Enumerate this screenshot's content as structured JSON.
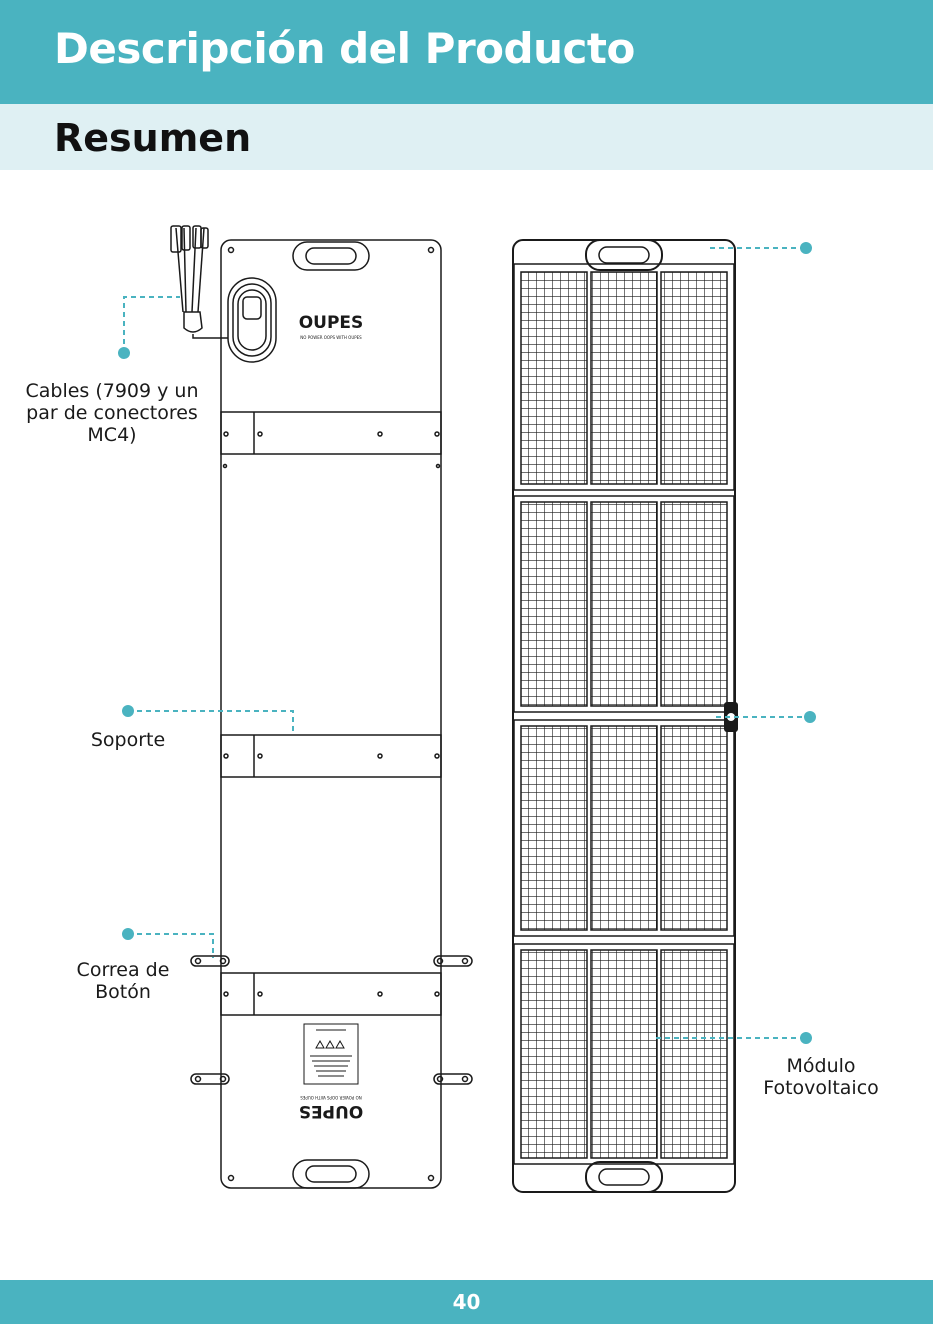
{
  "header": {
    "title": "Descripción del Producto"
  },
  "section": {
    "title": "Resumen"
  },
  "labels": {
    "cables": "Cables (7909 y un\npar de conectores\nMC4)",
    "soporte": "Soporte",
    "correa": "Correa de\nBotón",
    "modulo": "Módulo\nFotovoltaico"
  },
  "brand": {
    "logo": "OUPES",
    "tagline": "NO POWER OOPS WITH OUPES"
  },
  "footer": {
    "page_number": "40"
  },
  "colors": {
    "accent": "#4ab3c0",
    "accent_light": "#dff0f3",
    "line": "#1a1a1a"
  }
}
